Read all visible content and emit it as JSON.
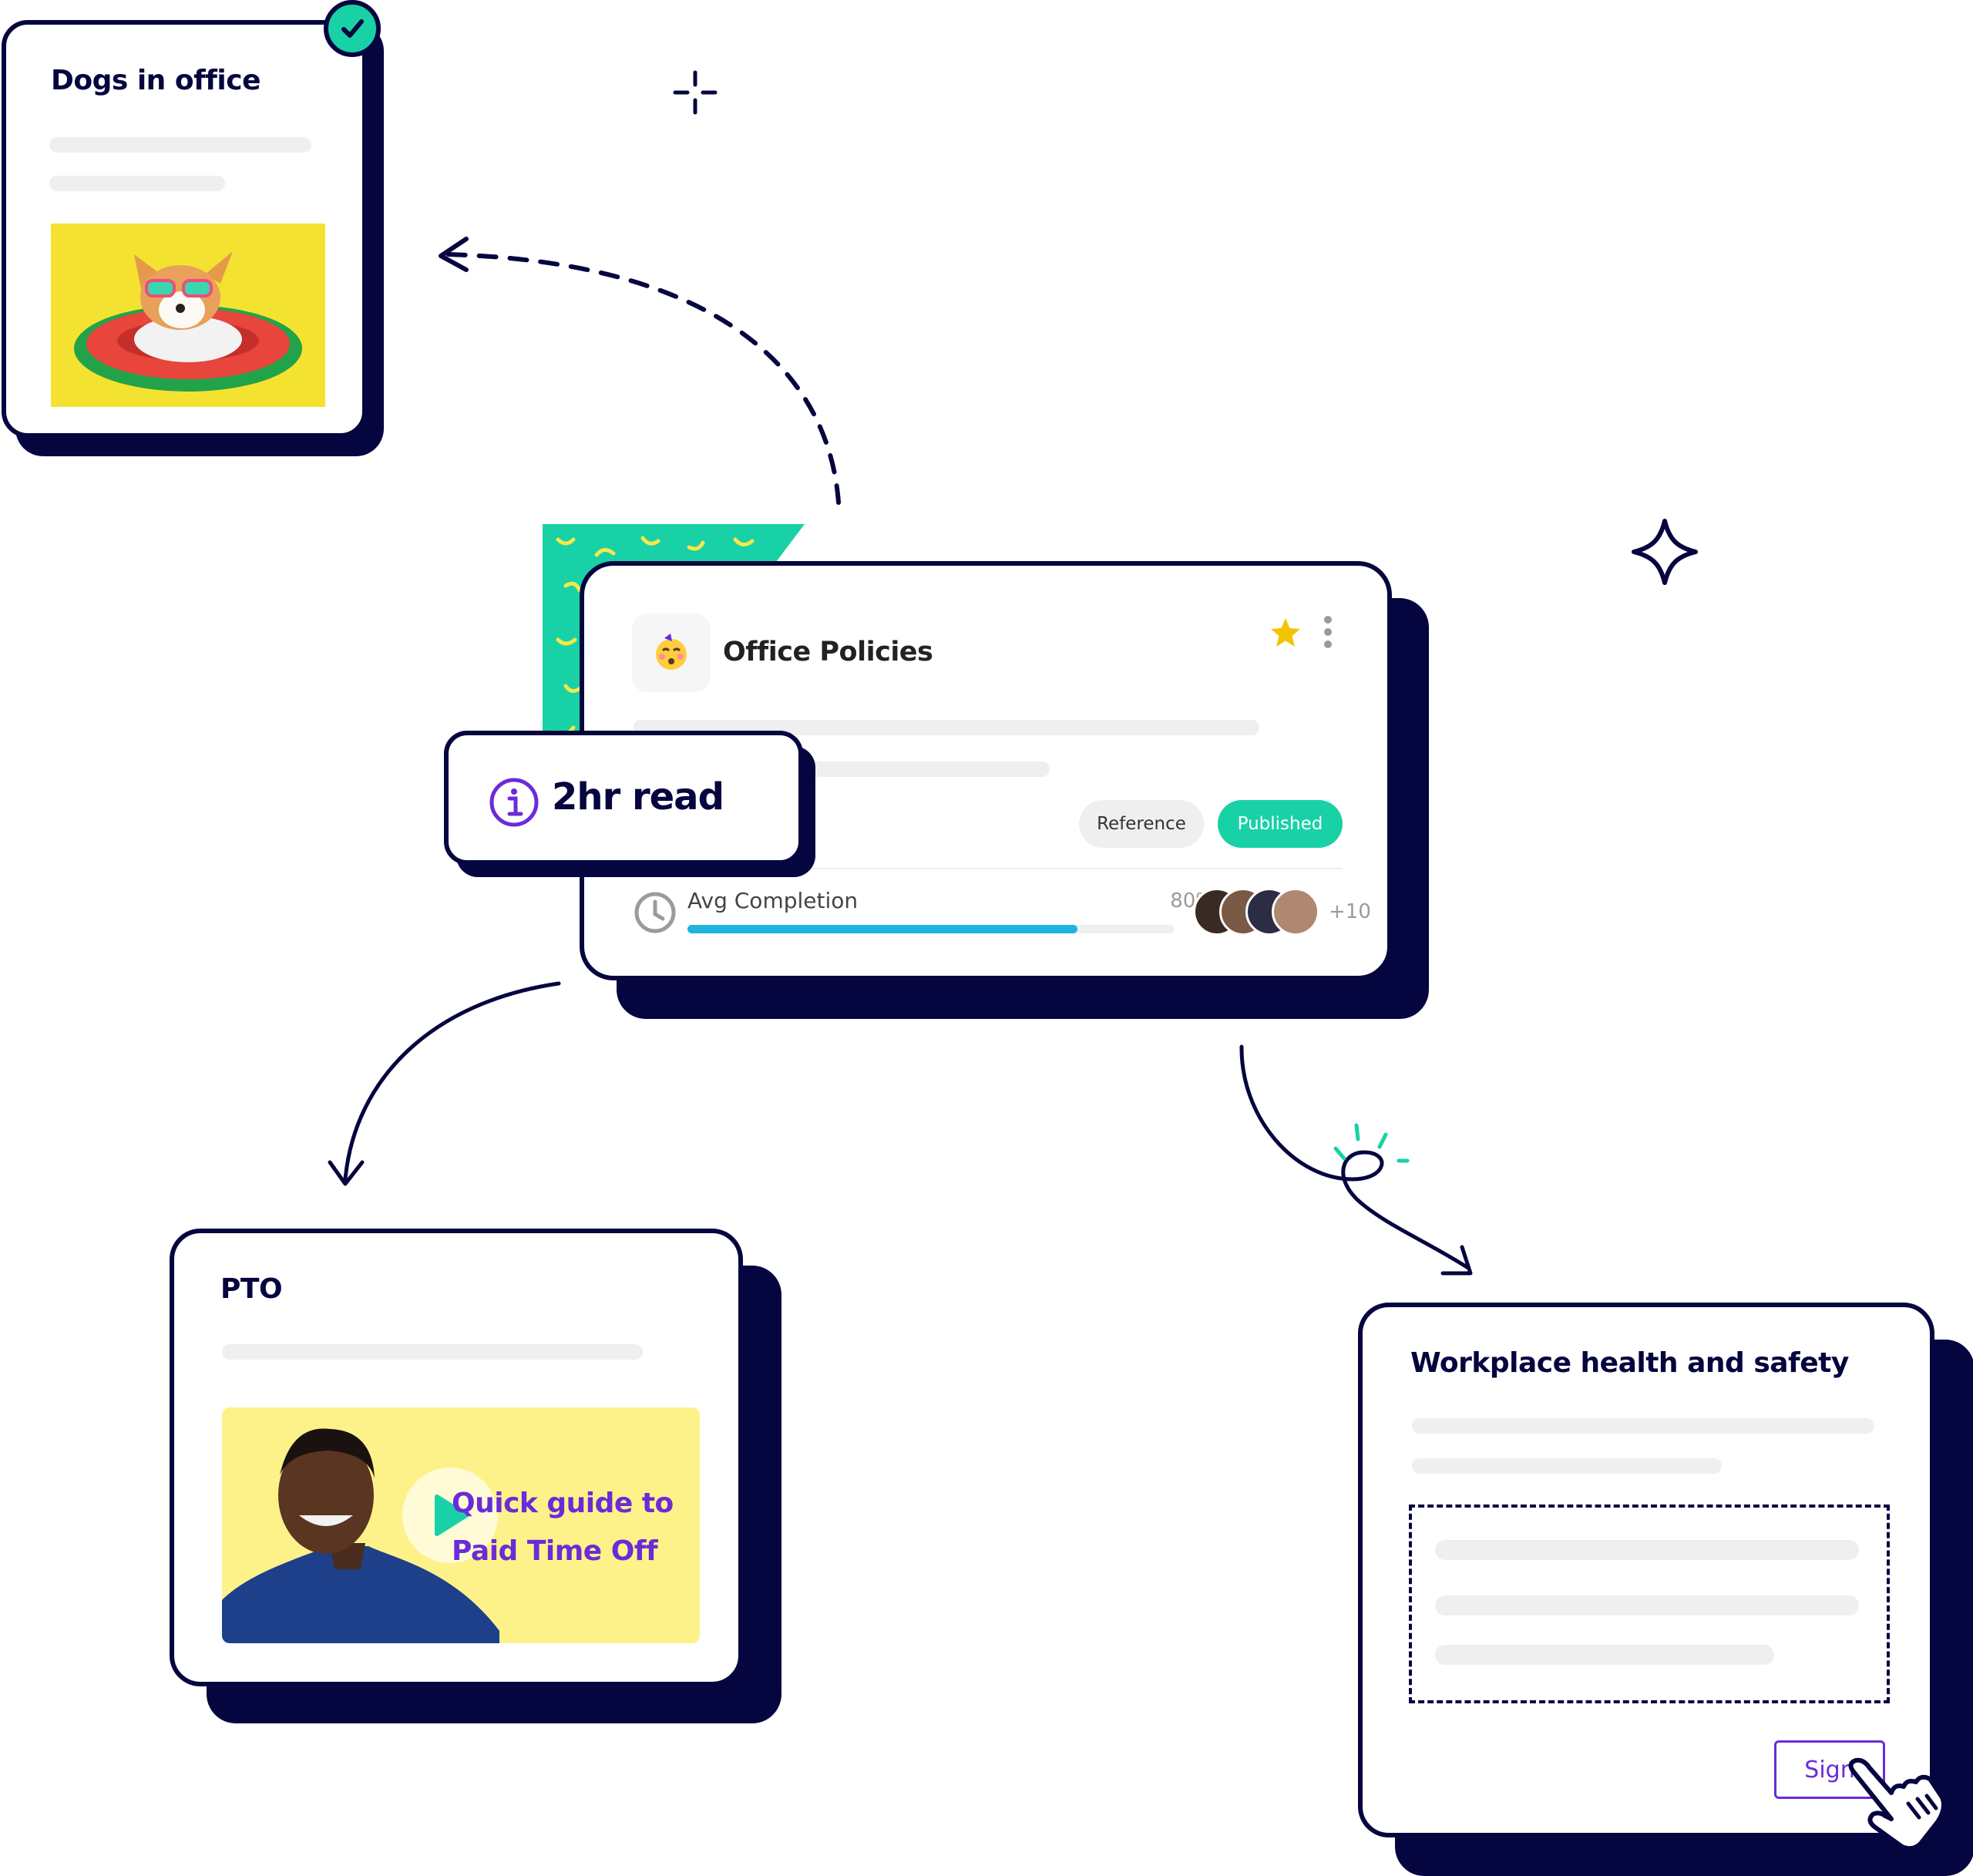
{
  "cards": {
    "dogs": {
      "title": "Dogs in office"
    },
    "policy": {
      "title": "Office Policies",
      "tags": [
        "Reference",
        "Published"
      ],
      "progress_label": "Avg Completion",
      "progress_value": "80%",
      "progress_fraction": 0.8,
      "avatars_more": "+10"
    },
    "read": {
      "text": "2hr read"
    },
    "pto": {
      "title": "PTO",
      "video_text_line1": "Quick guide to",
      "video_text_line2": "Paid Time Off"
    },
    "safety": {
      "title": "Workplace health and safety",
      "sign_label": "Sign"
    }
  },
  "colors": {
    "navy": "#05053f",
    "teal": "#18d1a6",
    "purple": "#6b2bd9",
    "progress": "#1eb4e0",
    "star": "#f5c400",
    "video_bg": "#fdf28a"
  },
  "icons": [
    "check-icon",
    "info-icon",
    "clock-icon",
    "star-icon",
    "more-vertical-icon",
    "play-icon",
    "hand-pointer-icon",
    "sparkle-icon",
    "emoji-icon"
  ]
}
